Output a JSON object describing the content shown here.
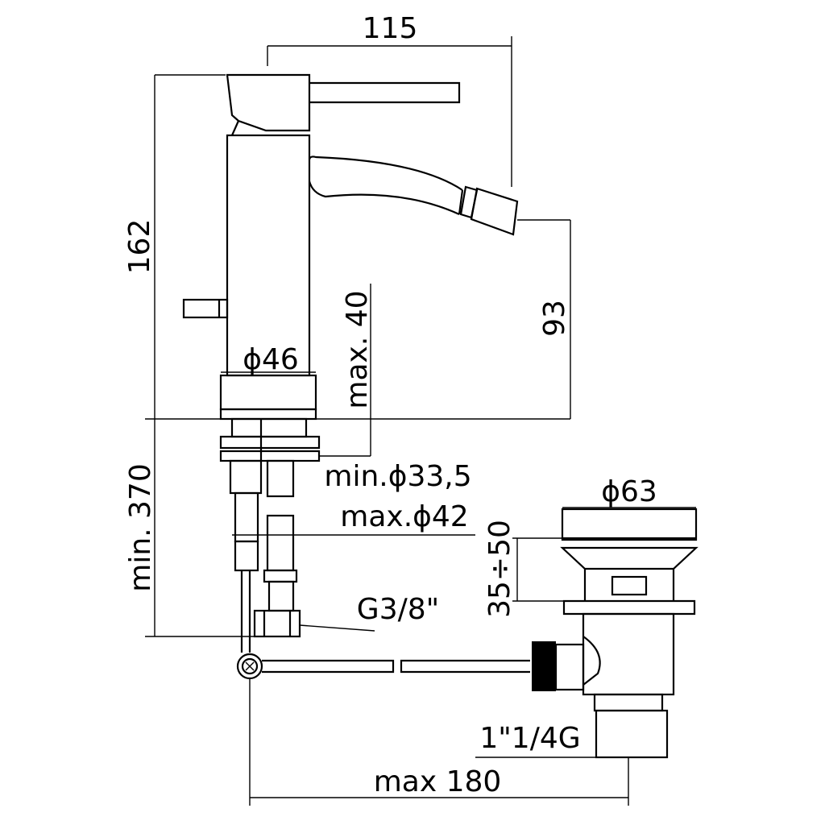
{
  "dimensions": {
    "d115": "115",
    "d162": "162",
    "d93": "93",
    "d_phi46": "ϕ46",
    "d_max40": "max. 40",
    "d_min33_5": "min.ϕ33,5",
    "d_max42": "max.ϕ42",
    "d_phi63": "ϕ63",
    "d_35_50": "35÷50",
    "d_min370": "min. 370",
    "d_g38": "G3/8\"",
    "d_1_1_4g": "1\"1/4G",
    "d_max180": "max 180"
  },
  "colors": {
    "line": "#000000",
    "background": "#ffffff"
  }
}
